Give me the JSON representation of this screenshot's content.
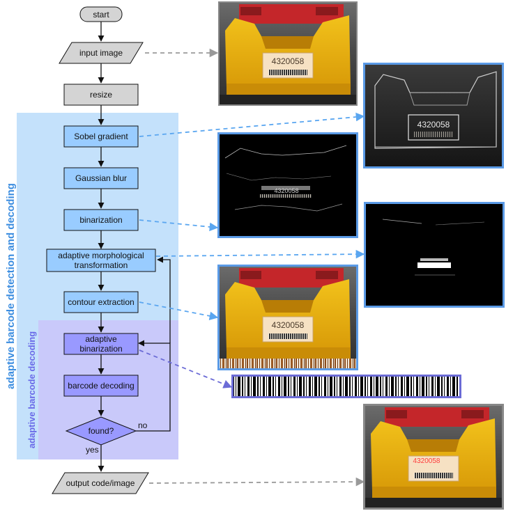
{
  "regions": {
    "outer_label": "adaptive barcode detection and decoding",
    "inner_label": "adaptive barcode decoding"
  },
  "steps": {
    "start": "start",
    "input_image": "input image",
    "resize": "resize",
    "sobel": "Sobel gradient",
    "gaussian": "Gaussian blur",
    "binarization": "binarization",
    "adaptive_morph_line1": "adaptive morphological",
    "adaptive_morph_line2": "transformation",
    "contour": "contour extraction",
    "adaptive_bin_line1": "adaptive",
    "adaptive_bin_line2": "binarization",
    "decoding": "barcode decoding",
    "found": "found?",
    "output": "output code/image"
  },
  "edge_labels": {
    "no": "no",
    "yes": "yes"
  },
  "photos": {
    "box_label_code": "4320058",
    "output_overlay_code": "4320058"
  },
  "colors": {
    "outer_region": "#c4e1fb",
    "inner_region": "#c9c9fa",
    "gray_node": "#d4d4d4",
    "blue_node": "#99ccff",
    "purple_node": "#9999ff",
    "blue_frame": "#5a9ae6",
    "purple_frame": "#6a6ae0",
    "gray_frame": "#888888",
    "region_text_blue": "#3d8ee0",
    "region_text_purple": "#6a6ae8",
    "dashed_gray": "#999999",
    "dashed_blue": "#5aa6f0",
    "dashed_purple": "#6b6bd6"
  }
}
